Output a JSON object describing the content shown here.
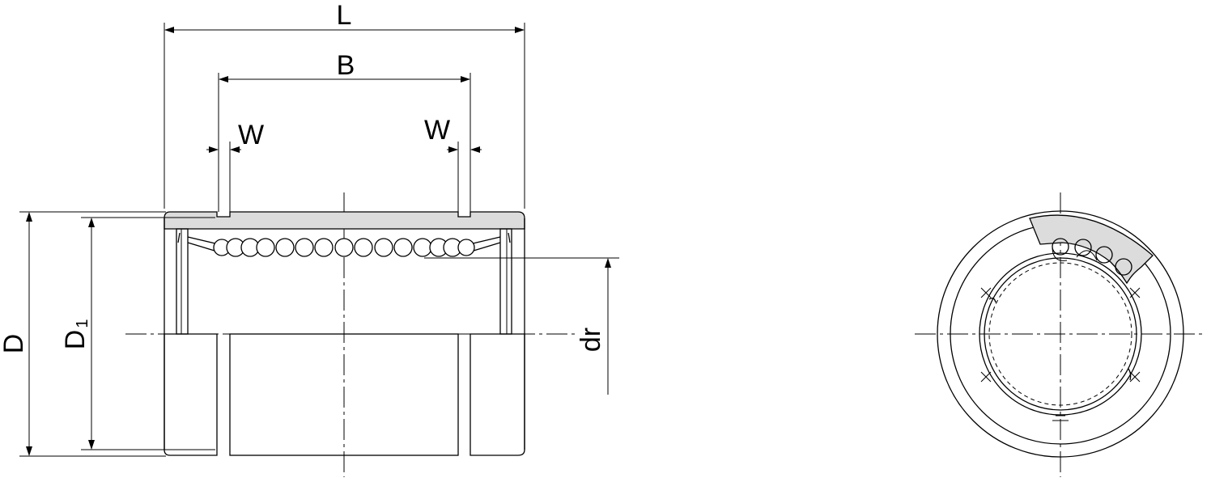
{
  "labels": {
    "L": "L",
    "B": "B",
    "W_left": "W",
    "W_right": "W",
    "D": "D",
    "D1_main": "D",
    "D1_sub": "1",
    "dr": "dr"
  },
  "colors": {
    "line": "#000000",
    "shell_fill": "#dcdcdc",
    "background": "#ffffff"
  }
}
